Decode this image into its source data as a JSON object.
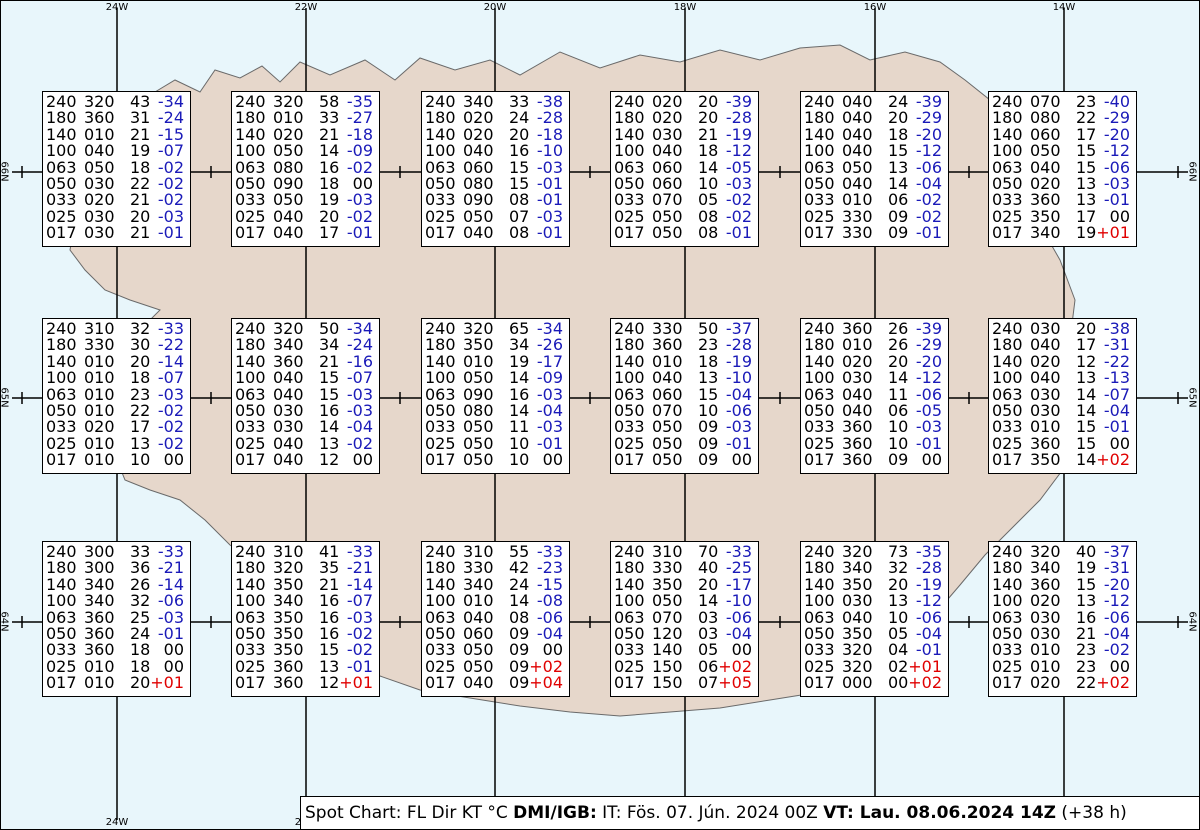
{
  "map": {
    "lon_labels": [
      "24W",
      "22W",
      "20W",
      "18W",
      "16W",
      "14W"
    ],
    "lat_labels": [
      "66N",
      "65N",
      "64N"
    ],
    "colors": {
      "sea": "#e8f6fb",
      "land": "#e6d7cb",
      "coast": "#555555",
      "neg": "#1a1ab8",
      "pos": "#e00000"
    }
  },
  "grid": [
    [
      {
        "rows": [
          [
            "240",
            "320",
            "43",
            "-34"
          ],
          [
            "180",
            "360",
            "31",
            "-24"
          ],
          [
            "140",
            "010",
            "21",
            "-15"
          ],
          [
            "100",
            "040",
            "19",
            "-07"
          ],
          [
            "063",
            "050",
            "18",
            "-02"
          ],
          [
            "050",
            "030",
            "22",
            "-02"
          ],
          [
            "033",
            "020",
            "21",
            "-02"
          ],
          [
            "025",
            "030",
            "20",
            "-03"
          ],
          [
            "017",
            "030",
            "21",
            "-01"
          ]
        ]
      },
      {
        "rows": [
          [
            "240",
            "320",
            "58",
            "-35"
          ],
          [
            "180",
            "010",
            "33",
            "-27"
          ],
          [
            "140",
            "020",
            "21",
            "-18"
          ],
          [
            "100",
            "050",
            "14",
            "-09"
          ],
          [
            "063",
            "080",
            "16",
            "-02"
          ],
          [
            "050",
            "090",
            "18",
            "00"
          ],
          [
            "033",
            "050",
            "19",
            "-03"
          ],
          [
            "025",
            "040",
            "20",
            "-02"
          ],
          [
            "017",
            "040",
            "17",
            "-01"
          ]
        ]
      },
      {
        "rows": [
          [
            "240",
            "340",
            "33",
            "-38"
          ],
          [
            "180",
            "020",
            "24",
            "-28"
          ],
          [
            "140",
            "020",
            "20",
            "-18"
          ],
          [
            "100",
            "040",
            "16",
            "-10"
          ],
          [
            "063",
            "060",
            "15",
            "-03"
          ],
          [
            "050",
            "080",
            "15",
            "-01"
          ],
          [
            "033",
            "090",
            "08",
            "-01"
          ],
          [
            "025",
            "050",
            "07",
            "-03"
          ],
          [
            "017",
            "040",
            "08",
            "-01"
          ]
        ]
      },
      {
        "rows": [
          [
            "240",
            "020",
            "20",
            "-39"
          ],
          [
            "180",
            "020",
            "20",
            "-28"
          ],
          [
            "140",
            "030",
            "21",
            "-19"
          ],
          [
            "100",
            "040",
            "18",
            "-12"
          ],
          [
            "063",
            "060",
            "14",
            "-05"
          ],
          [
            "050",
            "060",
            "10",
            "-03"
          ],
          [
            "033",
            "070",
            "05",
            "-02"
          ],
          [
            "025",
            "050",
            "08",
            "-02"
          ],
          [
            "017",
            "050",
            "08",
            "-01"
          ]
        ]
      },
      {
        "rows": [
          [
            "240",
            "040",
            "24",
            "-39"
          ],
          [
            "180",
            "040",
            "20",
            "-29"
          ],
          [
            "140",
            "040",
            "18",
            "-20"
          ],
          [
            "100",
            "040",
            "15",
            "-12"
          ],
          [
            "063",
            "050",
            "13",
            "-06"
          ],
          [
            "050",
            "040",
            "14",
            "-04"
          ],
          [
            "033",
            "010",
            "06",
            "-02"
          ],
          [
            "025",
            "330",
            "09",
            "-02"
          ],
          [
            "017",
            "330",
            "09",
            "-01"
          ]
        ]
      },
      {
        "rows": [
          [
            "240",
            "070",
            "23",
            "-40"
          ],
          [
            "180",
            "080",
            "22",
            "-29"
          ],
          [
            "140",
            "060",
            "17",
            "-20"
          ],
          [
            "100",
            "050",
            "15",
            "-12"
          ],
          [
            "063",
            "040",
            "15",
            "-06"
          ],
          [
            "050",
            "020",
            "13",
            "-03"
          ],
          [
            "033",
            "360",
            "13",
            "-01"
          ],
          [
            "025",
            "350",
            "17",
            "00"
          ],
          [
            "017",
            "340",
            "19",
            "+01"
          ]
        ]
      }
    ],
    [
      {
        "rows": [
          [
            "240",
            "310",
            "32",
            "-33"
          ],
          [
            "180",
            "330",
            "30",
            "-22"
          ],
          [
            "140",
            "010",
            "20",
            "-14"
          ],
          [
            "100",
            "010",
            "18",
            "-07"
          ],
          [
            "063",
            "010",
            "23",
            "-03"
          ],
          [
            "050",
            "010",
            "22",
            "-02"
          ],
          [
            "033",
            "020",
            "17",
            "-02"
          ],
          [
            "025",
            "010",
            "13",
            "-02"
          ],
          [
            "017",
            "010",
            "10",
            "00"
          ]
        ]
      },
      {
        "rows": [
          [
            "240",
            "320",
            "50",
            "-34"
          ],
          [
            "180",
            "340",
            "34",
            "-24"
          ],
          [
            "140",
            "360",
            "21",
            "-16"
          ],
          [
            "100",
            "040",
            "15",
            "-07"
          ],
          [
            "063",
            "040",
            "15",
            "-03"
          ],
          [
            "050",
            "030",
            "16",
            "-03"
          ],
          [
            "033",
            "030",
            "14",
            "-04"
          ],
          [
            "025",
            "040",
            "13",
            "-02"
          ],
          [
            "017",
            "040",
            "12",
            "00"
          ]
        ]
      },
      {
        "rows": [
          [
            "240",
            "320",
            "65",
            "-34"
          ],
          [
            "180",
            "350",
            "34",
            "-26"
          ],
          [
            "140",
            "010",
            "19",
            "-17"
          ],
          [
            "100",
            "050",
            "14",
            "-09"
          ],
          [
            "063",
            "090",
            "16",
            "-03"
          ],
          [
            "050",
            "080",
            "14",
            "-04"
          ],
          [
            "033",
            "050",
            "11",
            "-03"
          ],
          [
            "025",
            "050",
            "10",
            "-01"
          ],
          [
            "017",
            "050",
            "10",
            "00"
          ]
        ]
      },
      {
        "rows": [
          [
            "240",
            "330",
            "50",
            "-37"
          ],
          [
            "180",
            "360",
            "23",
            "-28"
          ],
          [
            "140",
            "010",
            "18",
            "-19"
          ],
          [
            "100",
            "040",
            "13",
            "-10"
          ],
          [
            "063",
            "060",
            "15",
            "-04"
          ],
          [
            "050",
            "070",
            "10",
            "-06"
          ],
          [
            "033",
            "050",
            "09",
            "-03"
          ],
          [
            "025",
            "050",
            "09",
            "-01"
          ],
          [
            "017",
            "050",
            "09",
            "00"
          ]
        ]
      },
      {
        "rows": [
          [
            "240",
            "360",
            "26",
            "-39"
          ],
          [
            "180",
            "010",
            "26",
            "-29"
          ],
          [
            "140",
            "020",
            "20",
            "-20"
          ],
          [
            "100",
            "030",
            "14",
            "-12"
          ],
          [
            "063",
            "040",
            "11",
            "-06"
          ],
          [
            "050",
            "040",
            "06",
            "-05"
          ],
          [
            "033",
            "360",
            "10",
            "-03"
          ],
          [
            "025",
            "360",
            "10",
            "-01"
          ],
          [
            "017",
            "360",
            "09",
            "00"
          ]
        ]
      },
      {
        "rows": [
          [
            "240",
            "030",
            "20",
            "-38"
          ],
          [
            "180",
            "040",
            "17",
            "-31"
          ],
          [
            "140",
            "020",
            "12",
            "-22"
          ],
          [
            "100",
            "040",
            "13",
            "-13"
          ],
          [
            "063",
            "030",
            "14",
            "-07"
          ],
          [
            "050",
            "030",
            "14",
            "-04"
          ],
          [
            "033",
            "010",
            "15",
            "-01"
          ],
          [
            "025",
            "360",
            "15",
            "00"
          ],
          [
            "017",
            "350",
            "14",
            "+02"
          ]
        ]
      }
    ],
    [
      {
        "rows": [
          [
            "240",
            "300",
            "33",
            "-33"
          ],
          [
            "180",
            "300",
            "36",
            "-21"
          ],
          [
            "140",
            "340",
            "26",
            "-14"
          ],
          [
            "100",
            "340",
            "32",
            "-06"
          ],
          [
            "063",
            "360",
            "25",
            "-03"
          ],
          [
            "050",
            "360",
            "24",
            "-01"
          ],
          [
            "033",
            "360",
            "18",
            "00"
          ],
          [
            "025",
            "010",
            "18",
            "00"
          ],
          [
            "017",
            "010",
            "20",
            "+01"
          ]
        ]
      },
      {
        "rows": [
          [
            "240",
            "310",
            "41",
            "-33"
          ],
          [
            "180",
            "320",
            "35",
            "-21"
          ],
          [
            "140",
            "350",
            "21",
            "-14"
          ],
          [
            "100",
            "340",
            "16",
            "-07"
          ],
          [
            "063",
            "350",
            "16",
            "-03"
          ],
          [
            "050",
            "350",
            "16",
            "-02"
          ],
          [
            "033",
            "350",
            "15",
            "-02"
          ],
          [
            "025",
            "360",
            "13",
            "-01"
          ],
          [
            "017",
            "360",
            "12",
            "+01"
          ]
        ]
      },
      {
        "rows": [
          [
            "240",
            "310",
            "55",
            "-33"
          ],
          [
            "180",
            "330",
            "42",
            "-23"
          ],
          [
            "140",
            "340",
            "24",
            "-15"
          ],
          [
            "100",
            "010",
            "14",
            "-08"
          ],
          [
            "063",
            "040",
            "08",
            "-06"
          ],
          [
            "050",
            "060",
            "09",
            "-04"
          ],
          [
            "033",
            "050",
            "09",
            "00"
          ],
          [
            "025",
            "050",
            "09",
            "+02"
          ],
          [
            "017",
            "040",
            "09",
            "+04"
          ]
        ]
      },
      {
        "rows": [
          [
            "240",
            "310",
            "70",
            "-33"
          ],
          [
            "180",
            "330",
            "40",
            "-25"
          ],
          [
            "140",
            "350",
            "20",
            "-17"
          ],
          [
            "100",
            "050",
            "14",
            "-10"
          ],
          [
            "063",
            "070",
            "03",
            "-06"
          ],
          [
            "050",
            "120",
            "03",
            "-04"
          ],
          [
            "033",
            "140",
            "05",
            "00"
          ],
          [
            "025",
            "150",
            "06",
            "+02"
          ],
          [
            "017",
            "150",
            "07",
            "+05"
          ]
        ]
      },
      {
        "rows": [
          [
            "240",
            "320",
            "73",
            "-35"
          ],
          [
            "180",
            "340",
            "32",
            "-28"
          ],
          [
            "140",
            "350",
            "20",
            "-19"
          ],
          [
            "100",
            "030",
            "13",
            "-12"
          ],
          [
            "063",
            "040",
            "10",
            "-06"
          ],
          [
            "050",
            "350",
            "05",
            "-04"
          ],
          [
            "033",
            "320",
            "04",
            "-01"
          ],
          [
            "025",
            "320",
            "02",
            "+01"
          ],
          [
            "017",
            "000",
            "00",
            "+02"
          ]
        ]
      },
      {
        "rows": [
          [
            "240",
            "320",
            "40",
            "-37"
          ],
          [
            "180",
            "340",
            "19",
            "-31"
          ],
          [
            "140",
            "360",
            "15",
            "-20"
          ],
          [
            "100",
            "020",
            "13",
            "-12"
          ],
          [
            "063",
            "030",
            "16",
            "-06"
          ],
          [
            "050",
            "030",
            "21",
            "-04"
          ],
          [
            "033",
            "010",
            "23",
            "-02"
          ],
          [
            "025",
            "010",
            "23",
            "00"
          ],
          [
            "017",
            "020",
            "22",
            "+02"
          ]
        ]
      }
    ]
  ],
  "footer": {
    "part1": "Spot Chart: FL Dir KT °C ",
    "part2": "DMI/IGB:",
    "part3": " IT: Fös. 07. Jún. 2024 00Z ",
    "part4": "VT: Lau. 08.06.2024 14Z",
    "part5": " (+38 h)"
  }
}
